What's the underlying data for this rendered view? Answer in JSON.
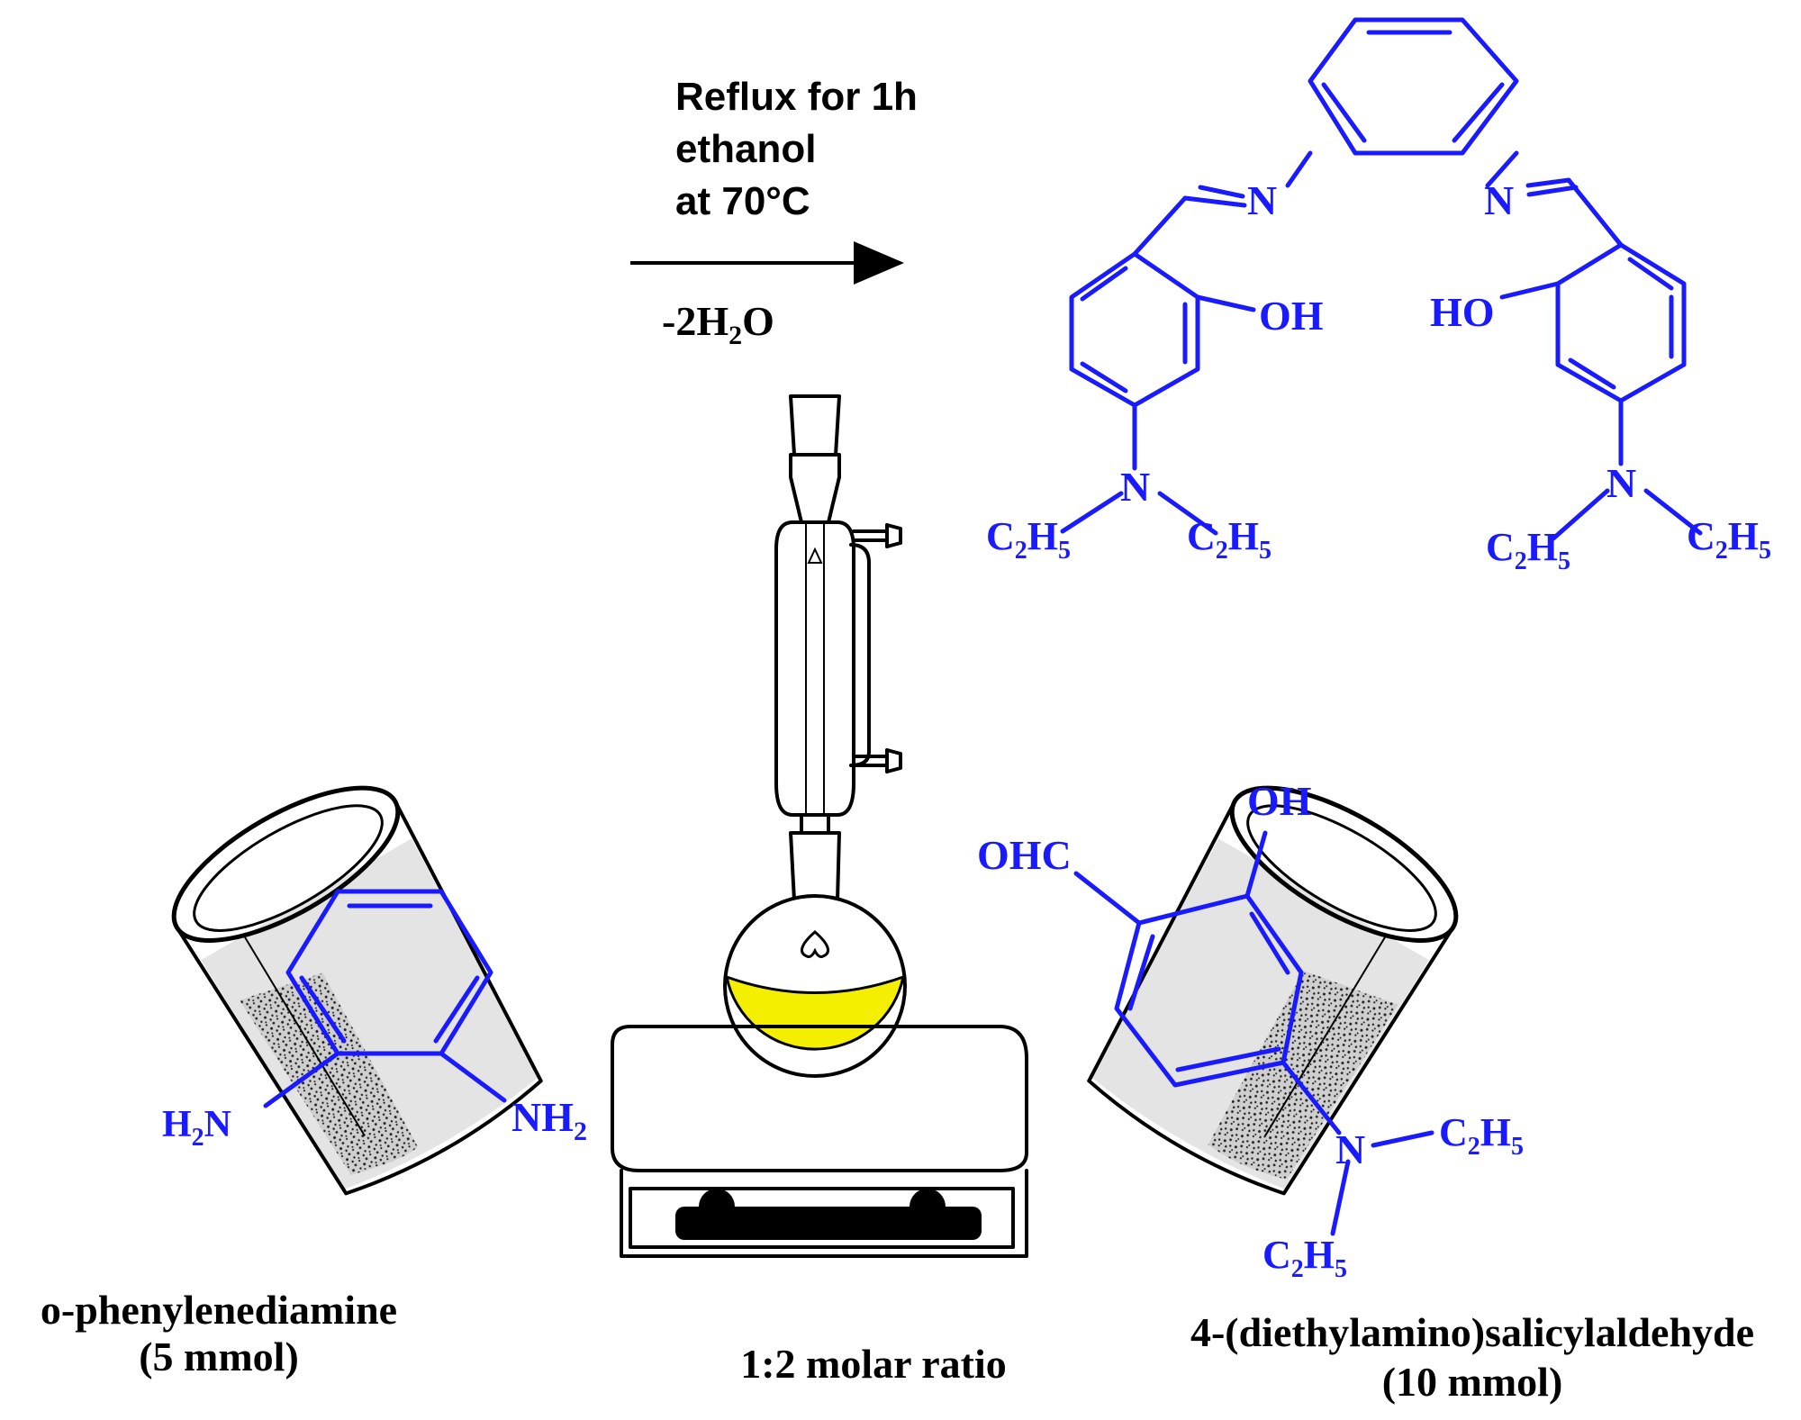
{
  "conditions": {
    "line1": "Reflux for 1h",
    "line2": "ethanol",
    "line3": "at 70°C",
    "byproduct_prefix": "-2H",
    "byproduct_sub": "2",
    "byproduct_suffix": "O"
  },
  "product_labels": {
    "n": "N",
    "oh": "OH",
    "ho": "HO",
    "c": "C",
    "c_sub": "2",
    "h": "H",
    "h_sub": "5"
  },
  "reactant1": {
    "name": "o-phenylenediamine",
    "amount": "(5 mmol)",
    "h": "H",
    "h_sub": "2",
    "n": "N",
    "nh": "NH",
    "nh_sub": "2"
  },
  "reactant2": {
    "name": "4-(diethylamino)salicylaldehyde",
    "amount": "(10 mmol)",
    "ohc": "OHC",
    "oh": "OH",
    "n": "N",
    "c": "C",
    "c_sub": "2",
    "h": "H",
    "h_sub": "5"
  },
  "ratio_label": "1:2 molar ratio",
  "colors": {
    "structure": "#1a1aff",
    "solution": "#f4ee00",
    "beaker_contents": "#d9d9d9"
  }
}
